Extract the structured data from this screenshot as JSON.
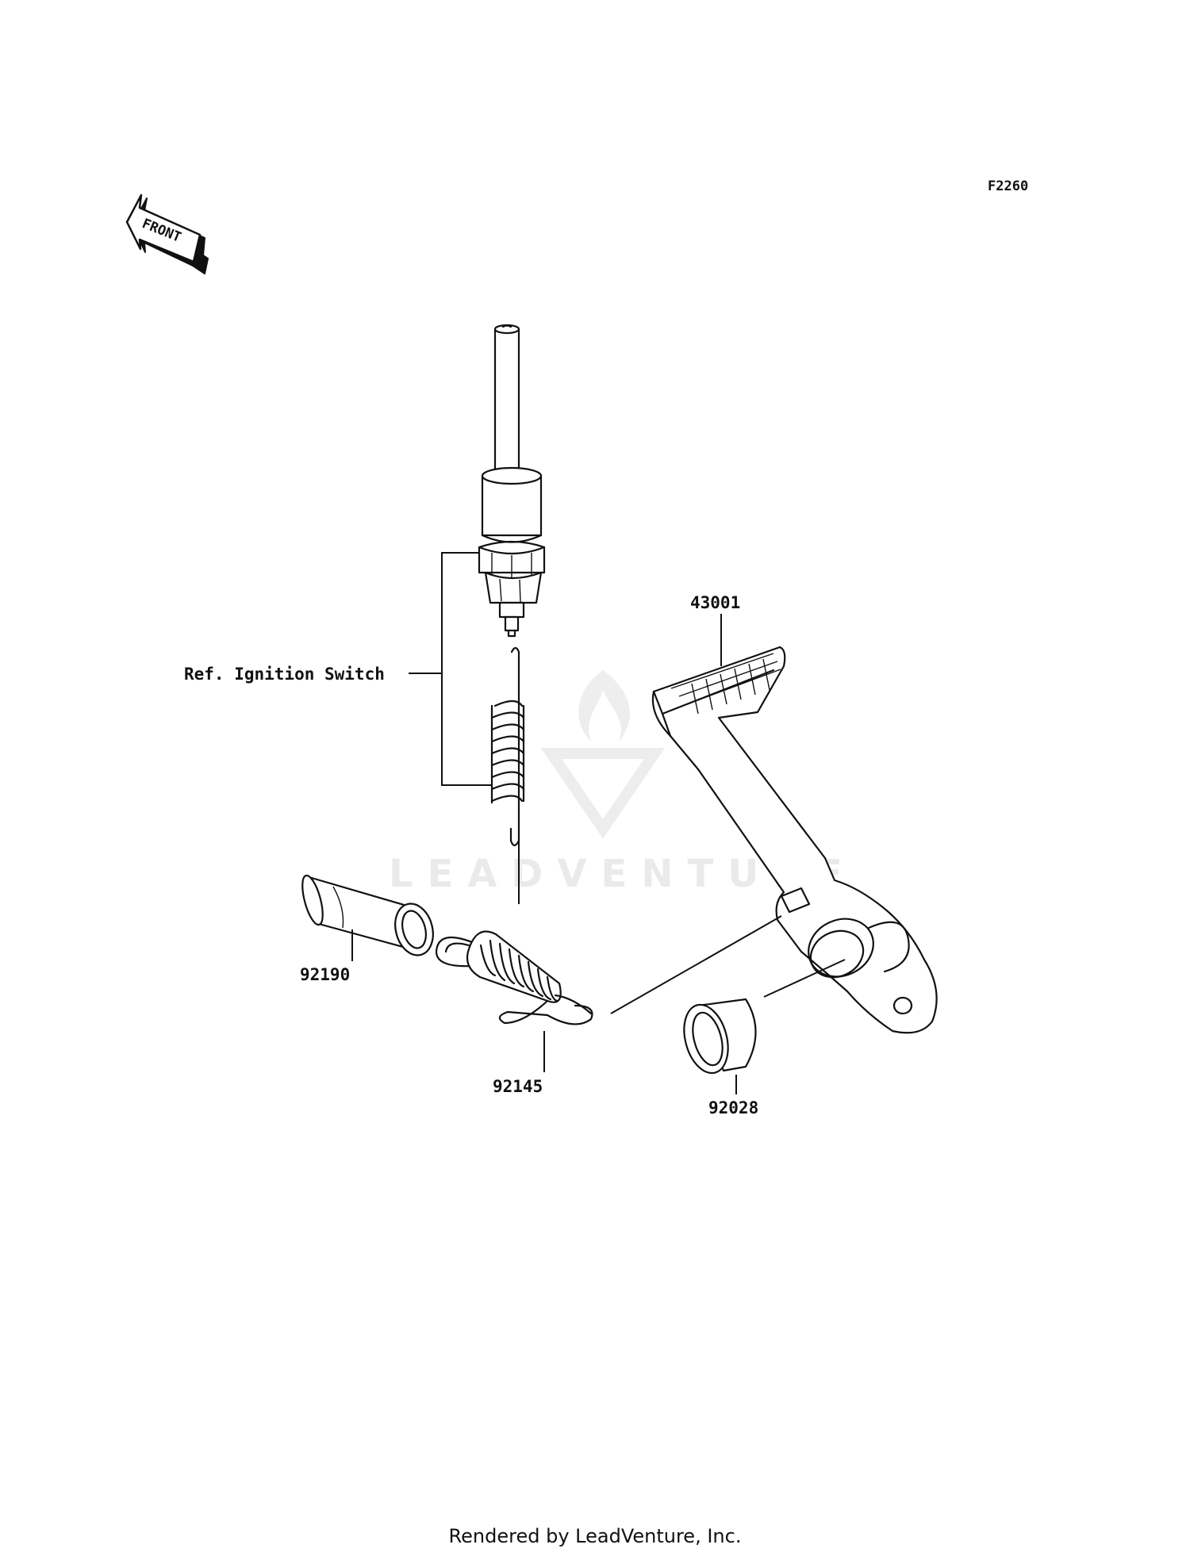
{
  "diagram_code": "F2260",
  "front_arrow_label": "FRONT",
  "watermark": "LEADVENTURE",
  "footer": "Rendered by LeadVenture, Inc.",
  "callouts": {
    "ref_ignition_switch": "Ref. Ignition Switch",
    "pedal": "43001",
    "collar": "92190",
    "spring": "92145",
    "bushing": "92028"
  }
}
